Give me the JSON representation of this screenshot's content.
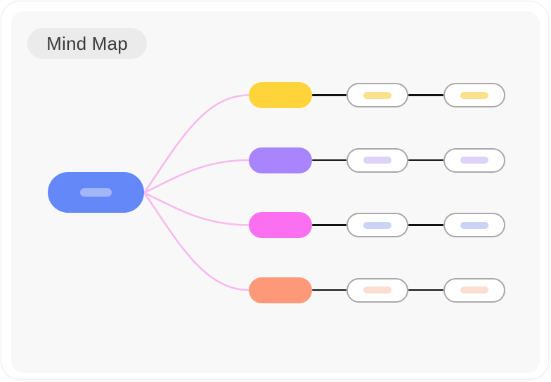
{
  "badge": {
    "label": "Mind Map"
  },
  "colors": {
    "page_bg": "#ffffff",
    "card_bg": "#ffffff",
    "card_border": "#ededed",
    "panel_bg": "#f8f8f9",
    "badge_bg": "#ebebeb",
    "badge_text": "#3a3a3a",
    "curve": "#f9b9ee",
    "connector": "#111111",
    "child_fill": "#ffffff",
    "child_border": "#a9a9a9"
  },
  "mindmap": {
    "root": {
      "name": "root-node",
      "color": "#6488f8",
      "bar_color": "#a3b6fa"
    },
    "branches": [
      {
        "name": "branch-yellow",
        "color": "#ffd33a",
        "child_bar_color": "#fce08c",
        "children": 2
      },
      {
        "name": "branch-purple",
        "color": "#a885fc",
        "child_bar_color": "#ded2fa",
        "children": 2
      },
      {
        "name": "branch-pink",
        "color": "#fb70f0",
        "child_bar_color": "#c9d4f6",
        "children": 2
      },
      {
        "name": "branch-orange",
        "color": "#fd9878",
        "child_bar_color": "#fbddd2",
        "children": 2
      }
    ]
  }
}
